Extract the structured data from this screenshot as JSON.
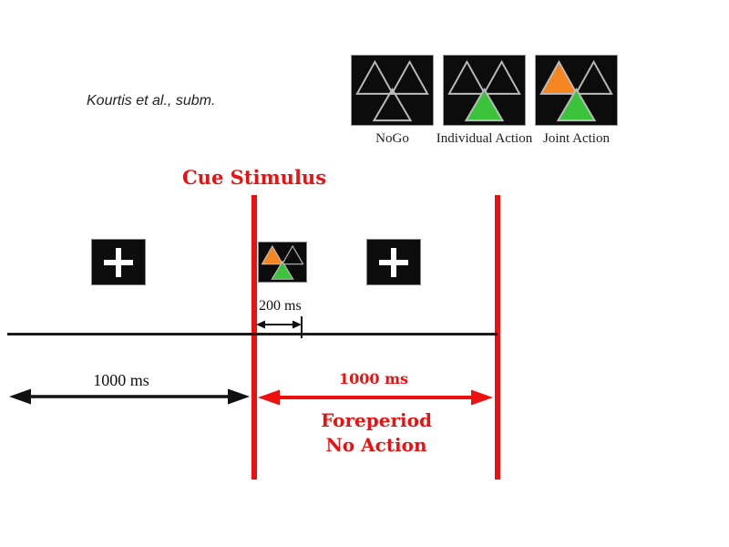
{
  "colors": {
    "red": "#ee0f0f",
    "orange": "#f6861f",
    "green": "#3cc33c",
    "boxbg": "#0c0c0c",
    "outline": "#bbbbbb",
    "text": "#222222"
  },
  "attribution": "Kourtis et al., subm.",
  "legend": {
    "items": [
      {
        "label": "NoGo",
        "top_left": "outline",
        "top_right": "outline",
        "bottom": "outline"
      },
      {
        "label": "Individual Action",
        "top_left": "outline",
        "top_right": "outline",
        "bottom": "green"
      },
      {
        "label": "Joint Action",
        "top_left": "orange",
        "top_right": "outline",
        "bottom": "green"
      }
    ]
  },
  "timeline": {
    "cue_title": "Cue Stimulus",
    "cue_box": {
      "top_left": "orange",
      "top_right": "outline",
      "bottom": "green"
    },
    "cue_duration": "200 ms",
    "baseline_duration": "1000 ms",
    "foreperiod_duration": "1000 ms",
    "foreperiod_label_line1": "Foreperiod",
    "foreperiod_label_line2": "No Action",
    "fixation_symbol": "+"
  }
}
